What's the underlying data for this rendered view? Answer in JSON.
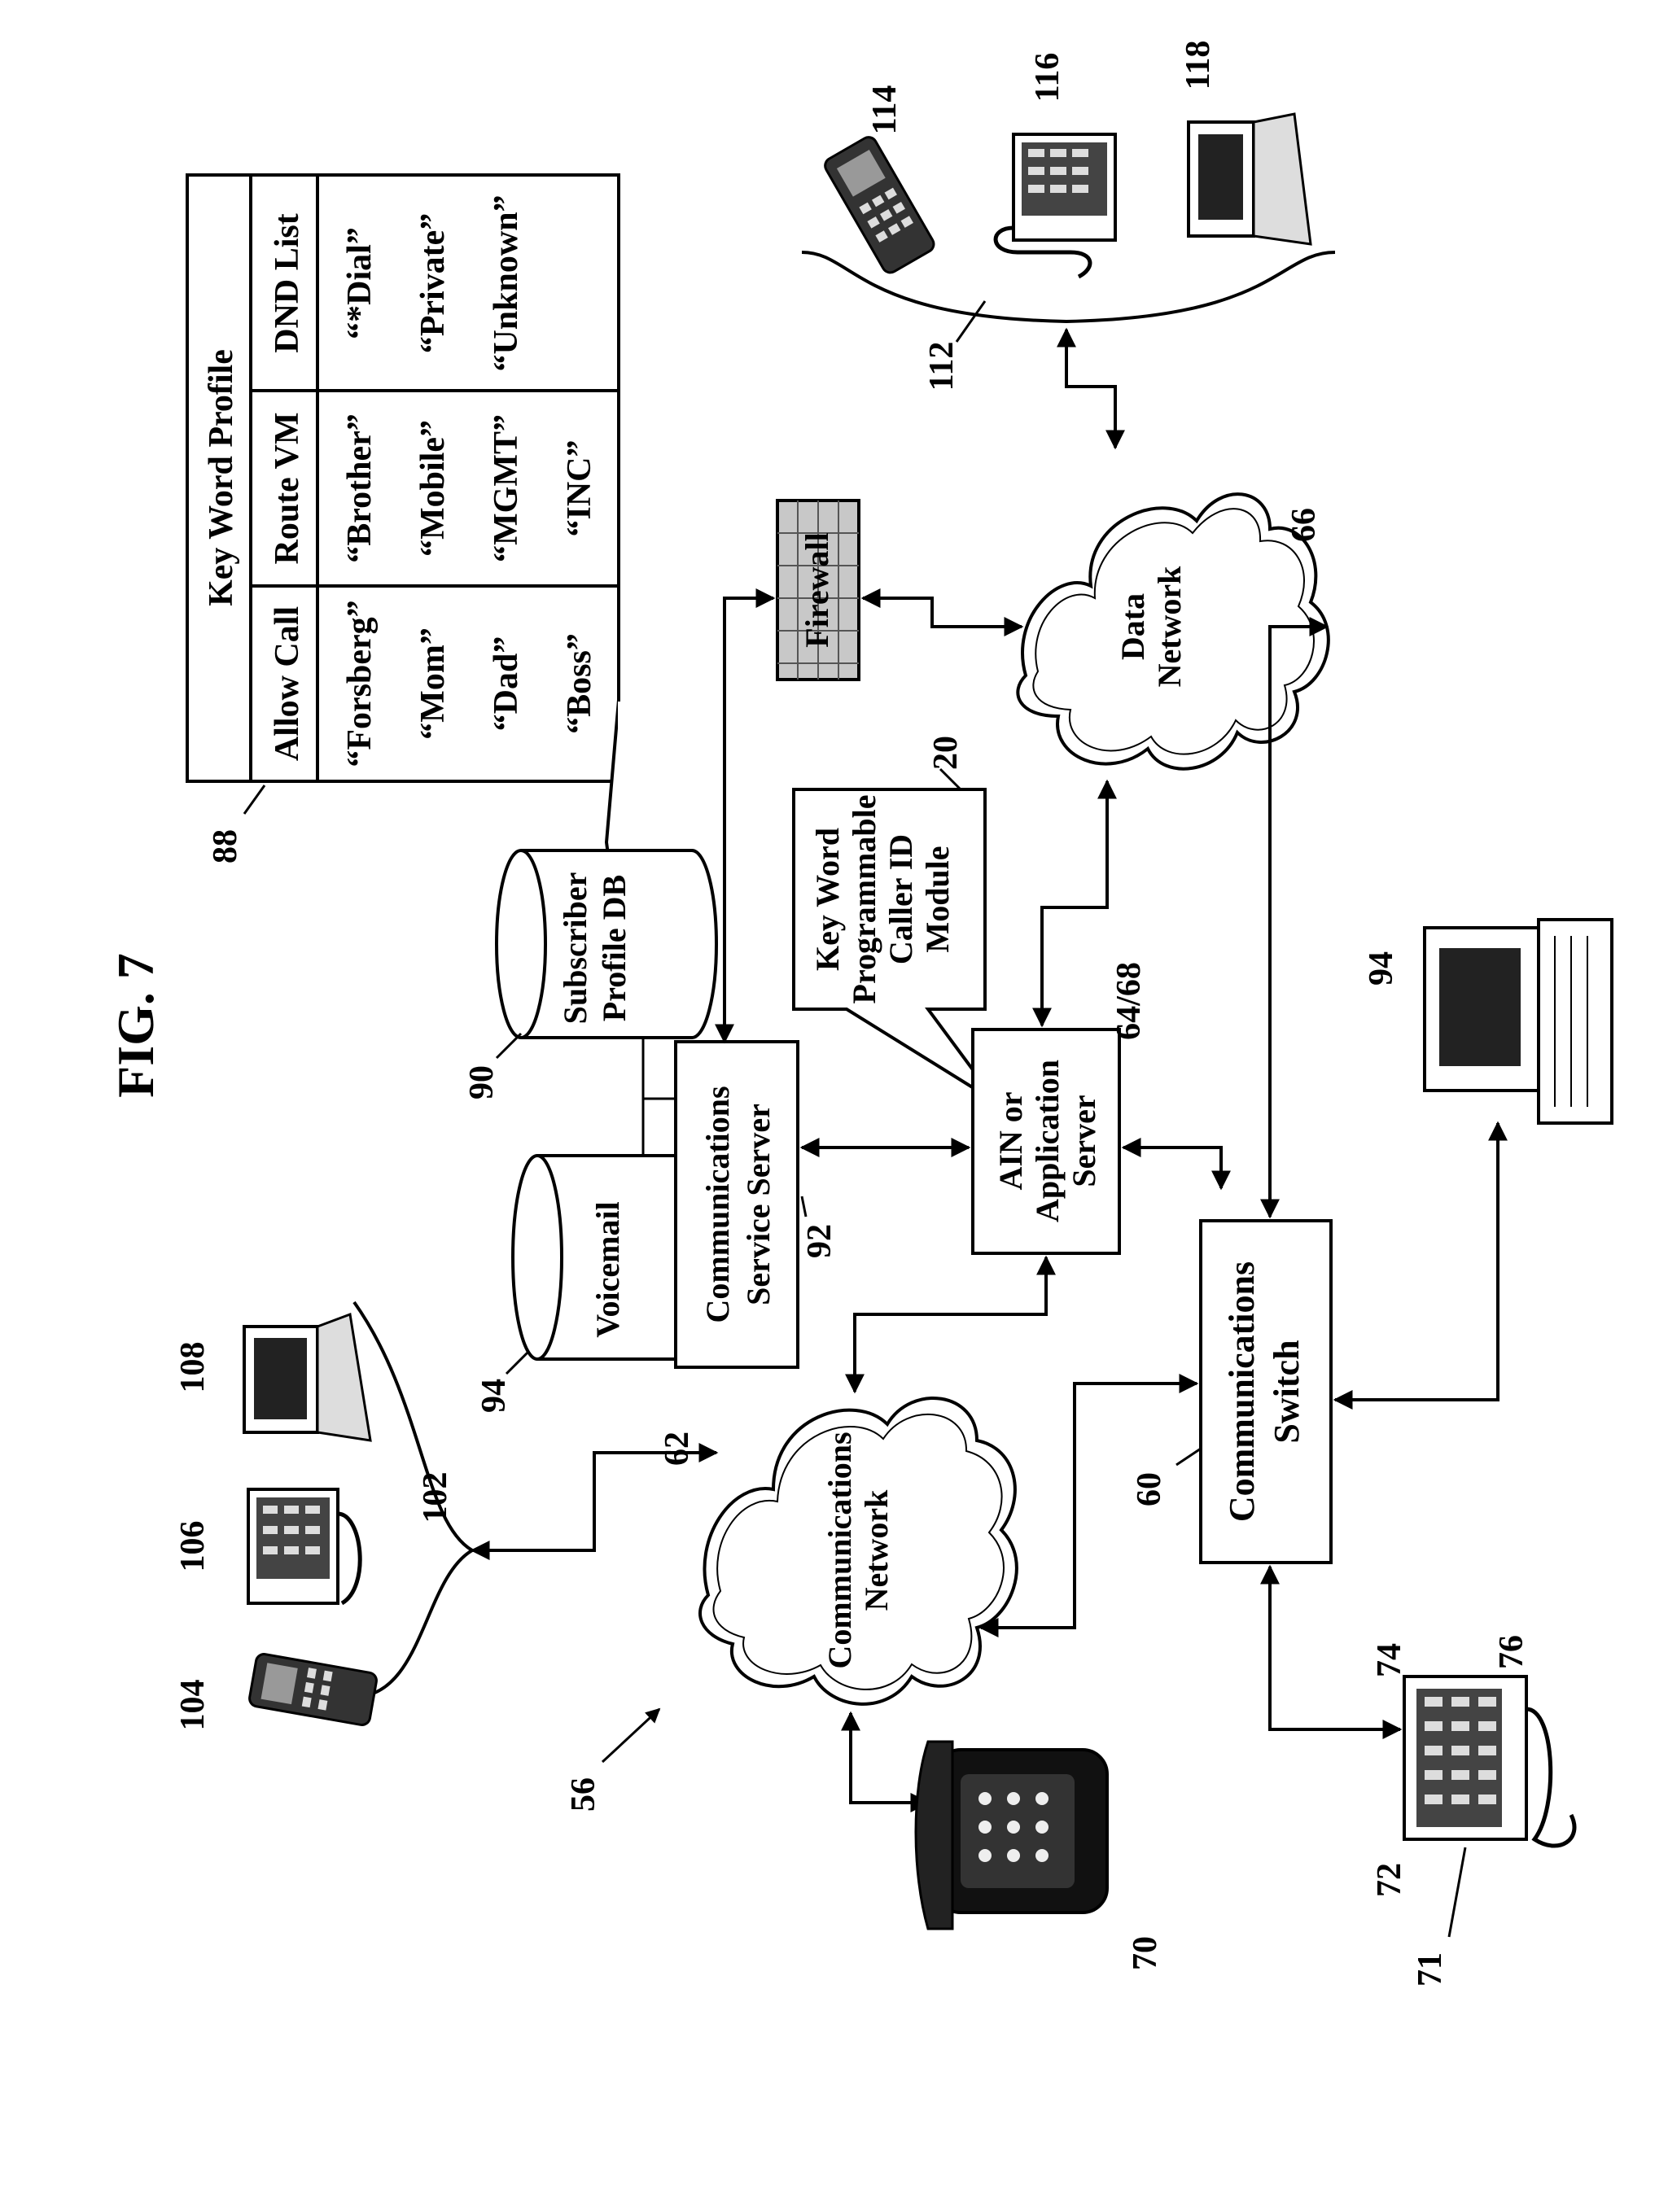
{
  "figure": {
    "title": "FIG. 7",
    "system_ref": "56"
  },
  "nodes": {
    "comm_network": {
      "label_line1": "Communications",
      "label_line2": "Network",
      "ref": "62"
    },
    "data_network": {
      "label_line1": "Data",
      "label_line2": "Network",
      "ref": "66"
    },
    "comm_switch": {
      "label_line1": "Communications",
      "label_line2": "Switch",
      "ref": "60"
    },
    "ain_server": {
      "label_line1": "AIN or",
      "label_line2": "Application",
      "label_line3": "Server",
      "ref": "64/68"
    },
    "comm_service_server": {
      "label_line1": "Communications",
      "label_line2": "Service Server",
      "ref": "92"
    },
    "voicemail": {
      "label": "Voicemail",
      "ref": "94"
    },
    "subscriber_db": {
      "label_line1": "Subscriber",
      "label_line2": "Profile DB",
      "ref": "90"
    },
    "firewall": {
      "label": "Firewall"
    },
    "callout_module": {
      "label_line1": "Key Word",
      "label_line2": "Programmable",
      "label_line3": "Caller ID",
      "label_line4": "Module",
      "ref": "20"
    }
  },
  "profile_table": {
    "ref": "88",
    "title": "Key Word Profile",
    "headers": [
      "Allow Call",
      "Route VM",
      "DND List"
    ],
    "columns": [
      [
        "“Forsberg”",
        "“Mom”",
        "“Dad”",
        "“Boss”"
      ],
      [
        "“Brother”",
        "“Mobile”",
        "“MGMT”",
        "“INC”"
      ],
      [
        "“*Dial”",
        "“Private”",
        "“Unknown”"
      ]
    ]
  },
  "devices": {
    "phone_70": "70",
    "phone_71": "71",
    "phone_72": "72",
    "phone_74": "74",
    "phone_76": "76",
    "computer_94": "94",
    "group_left": {
      "ref": "102",
      "mobile": "104",
      "phone": "106",
      "laptop": "108"
    },
    "group_right": {
      "ref": "112",
      "mobile": "114",
      "phone": "116",
      "laptop": "118"
    }
  }
}
